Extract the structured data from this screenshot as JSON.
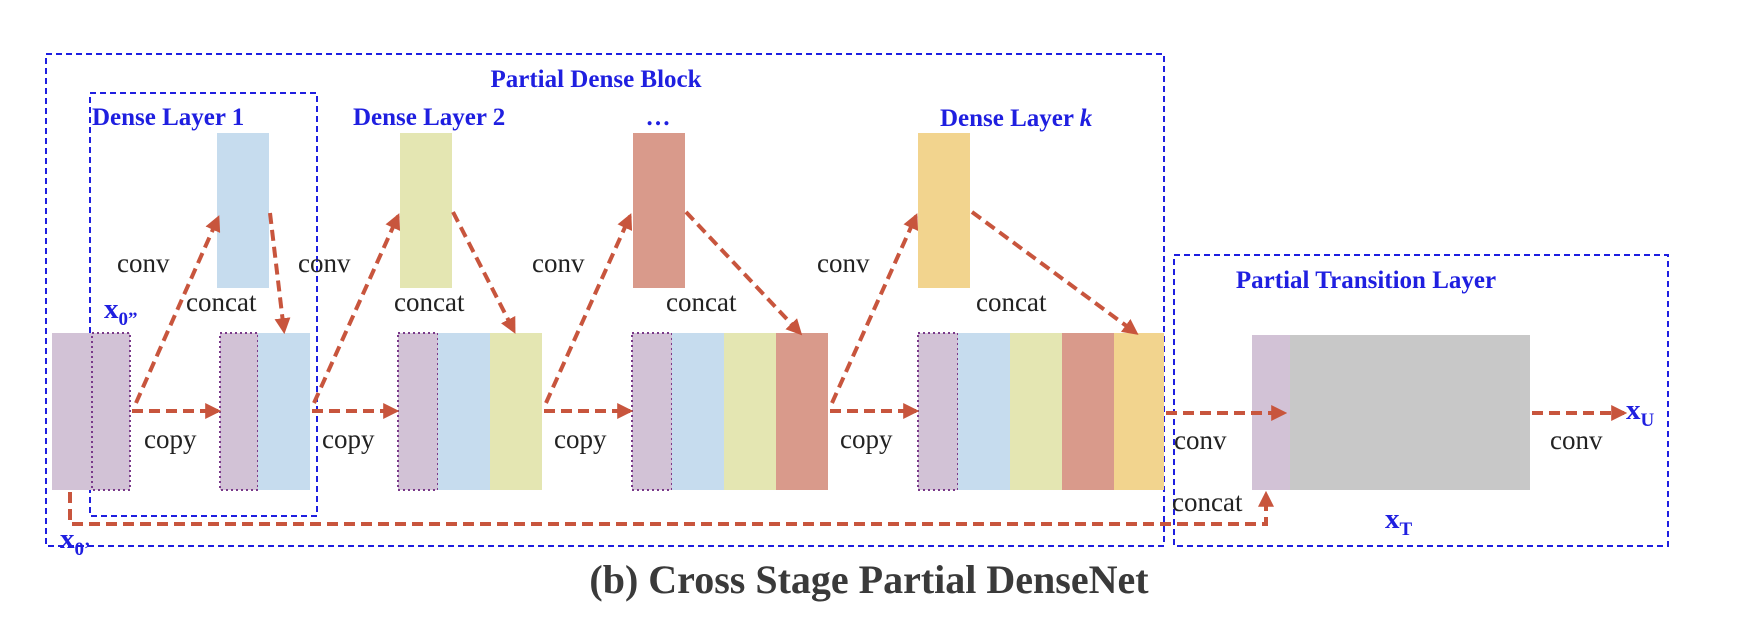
{
  "title": "(b) Cross Stage Partial DenseNet",
  "colors": {
    "purple": "#d2c2d6",
    "blue": "#c6dcee",
    "yellow": "#e4e6b2",
    "red": "#d99a8b",
    "orange": "#f2d48e",
    "gray": "#c8c8c8",
    "arrow": "#c8553d",
    "frame": "#1f1fe0",
    "dotted": "#7a3a8a"
  },
  "blocks": {
    "partial_dense_block": "Partial Dense Block",
    "partial_transition_layer": "Partial Transition Layer"
  },
  "layers": {
    "dense_layer_1": "Dense Layer 1",
    "dense_layer_2": "Dense Layer 2",
    "ellipsis": "…",
    "dense_layer_k_prefix": "Dense Layer ",
    "dense_layer_k_var": "k"
  },
  "ops": {
    "conv": "conv",
    "concat": "concat",
    "copy": "copy"
  },
  "symbols": {
    "x0pp_base": "x",
    "x0pp_sub": "0”",
    "x0p_base": "x",
    "x0p_sub": "0’",
    "xt_base": "x",
    "xt_sub": "T",
    "xu_base": "x",
    "xu_sub": "U"
  }
}
